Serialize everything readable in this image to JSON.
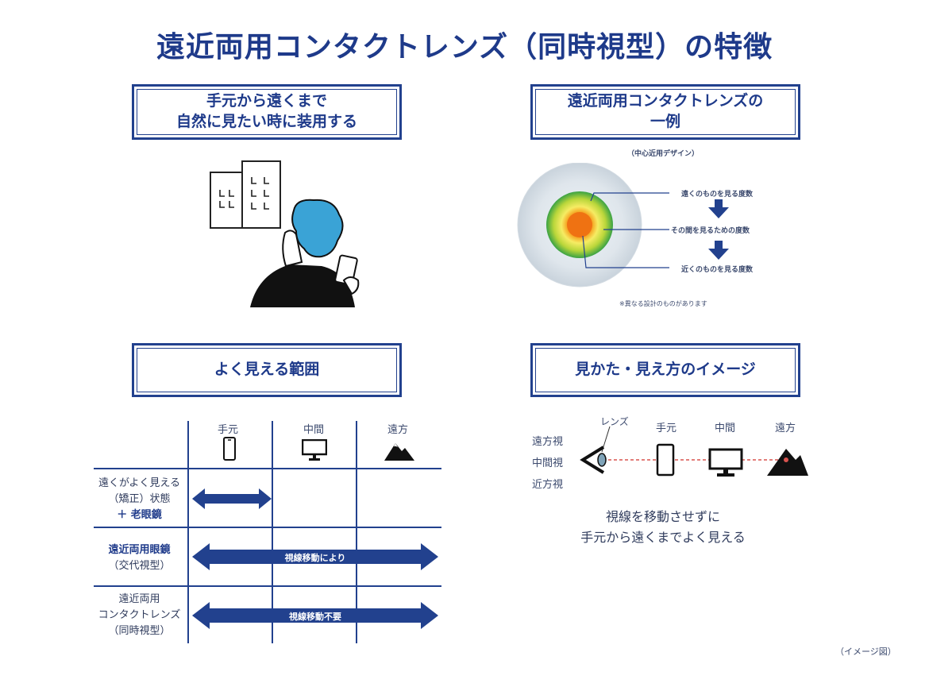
{
  "title": "遠近両用コンタクトレンズ（同時視型）の特徴",
  "panel_tl": {
    "line1": "手元から遠くまで",
    "line2": "自然に見たい時に装用する"
  },
  "panel_tr": {
    "line1": "遠近両用コンタクトレンズの",
    "line2": "一例",
    "design": "（中心近用デザイン）",
    "far": "遠くのものを見る度数",
    "mid": "その間を見るための度数",
    "near": "近くのものを見る度数",
    "note": "※異なる設計のものがあります"
  },
  "panel_bl": {
    "header": "よく見える範囲",
    "cols": [
      "手元",
      "中間",
      "遠方"
    ],
    "row1": {
      "l1": "遠くがよく見える",
      "l2": "（矯正）状態",
      "l3": "＋ 老眼鏡"
    },
    "row2": {
      "l1": "遠近両用眼鏡",
      "l2": "（交代視型）",
      "arrow": "視線移動により"
    },
    "row3": {
      "l1": "遠近両用",
      "l2": "コンタクトレンズ",
      "l3": "（同時視型）",
      "arrow": "視線移動不要"
    }
  },
  "panel_br": {
    "header": "見かた・見え方のイメージ",
    "lens": "レンズ",
    "cols": [
      "手元",
      "中間",
      "遠方"
    ],
    "rows": [
      "遠方視",
      "中間視",
      "近方視"
    ],
    "msg1": "視線を移動させずに",
    "msg2": "手元から遠くまでよく見える"
  },
  "footer_note": "（イメージ図）",
  "colors": {
    "primary": "#22418e",
    "accent_red": "#d9534f"
  }
}
